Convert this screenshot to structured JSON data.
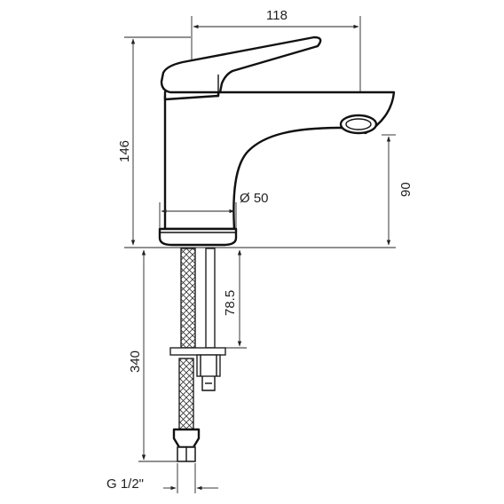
{
  "dimensions": {
    "width_118": "118",
    "height_146": "146",
    "spout_height_90": "90",
    "diameter_50": "Ø 50",
    "depth_78_5": "78.5",
    "hose_length_340": "340",
    "thread_g12": "G 1/2\""
  }
}
